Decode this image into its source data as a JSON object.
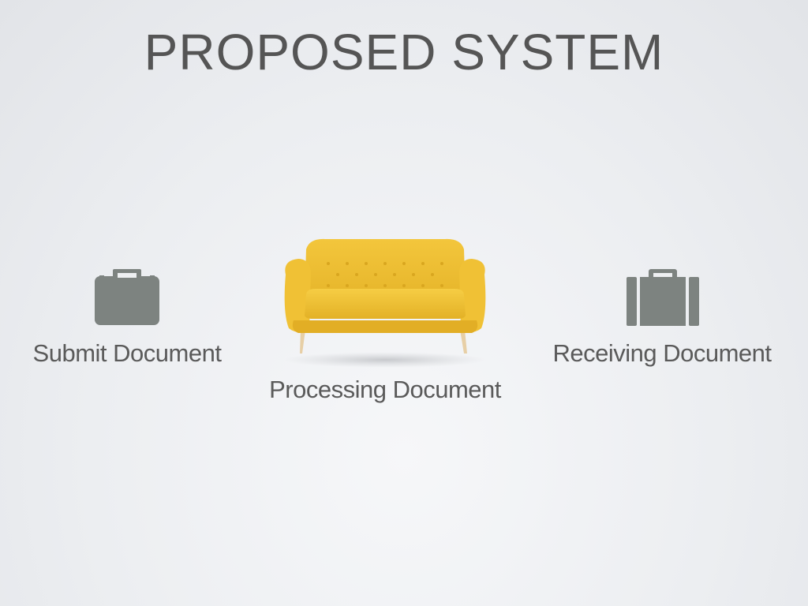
{
  "slide": {
    "title": "PROPOSED SYSTEM",
    "steps": [
      {
        "label": "Submit Document",
        "icon": "briefcase-icon"
      },
      {
        "label": "Processing Document",
        "icon": "sofa-icon"
      },
      {
        "label": "Receiving Document",
        "icon": "suitcase-icon"
      }
    ]
  },
  "colors": {
    "text": "#555555",
    "icon_gray": "#7d8380",
    "sofa_yellow": "#f2c335",
    "sofa_legs": "#e7cfa6"
  }
}
